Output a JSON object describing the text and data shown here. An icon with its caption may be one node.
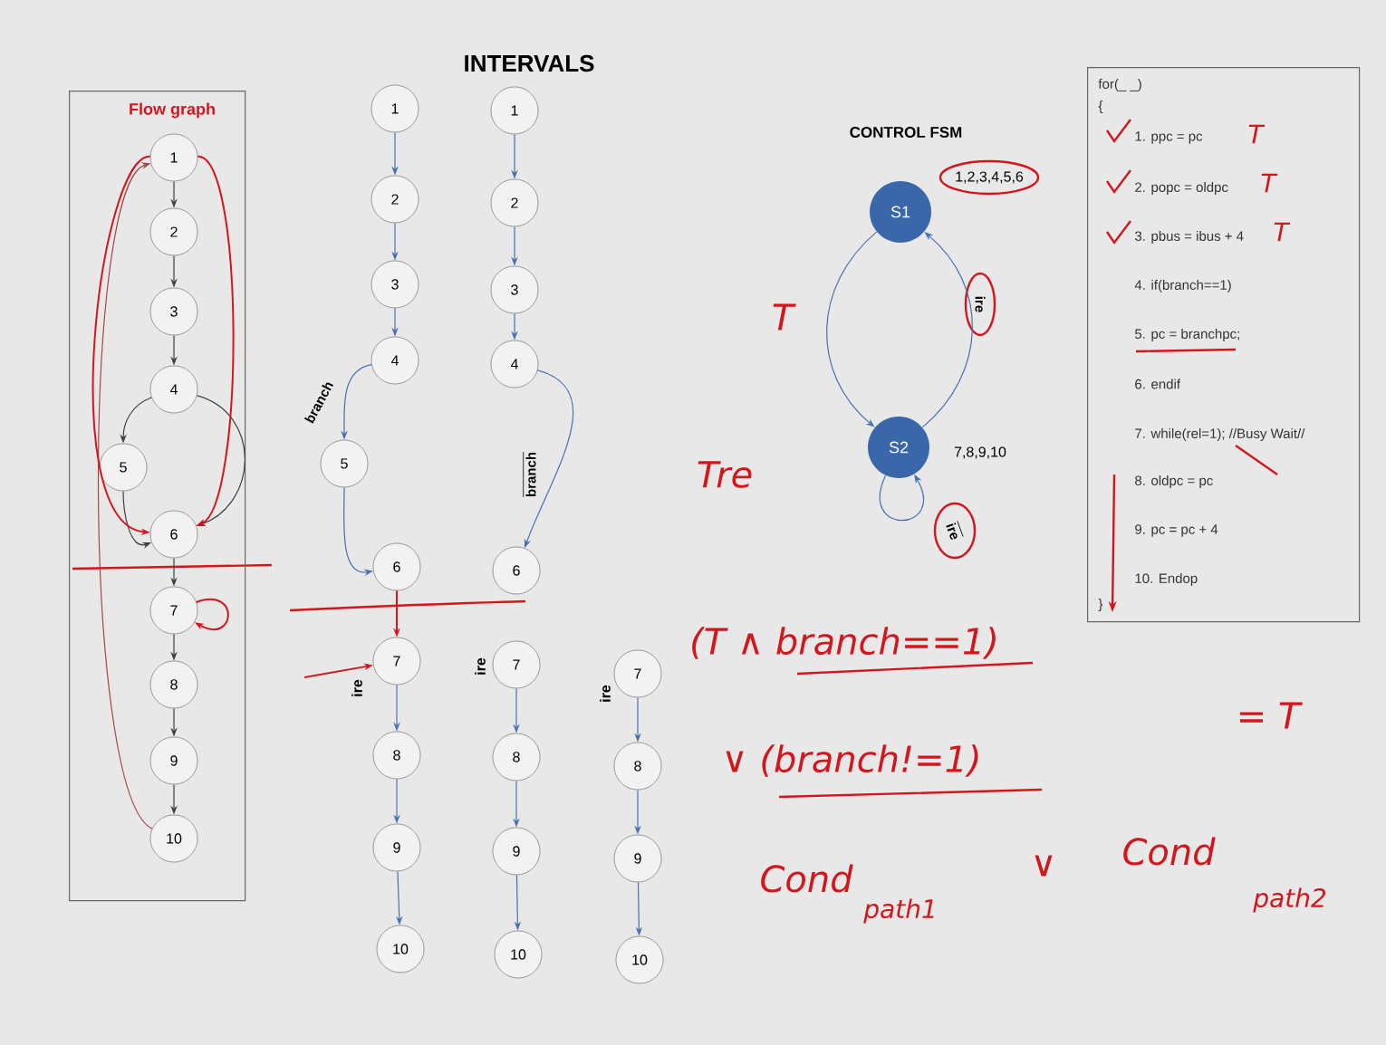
{
  "diagram": {
    "title": "INTERVALS",
    "nodes": [
      {
        "text": [
          "Flow graph"
        ]
      },
      {
        "text": [
          "1"
        ],
        "in": 0
      },
      {
        "text": [
          "2"
        ],
        "in": 0
      },
      {
        "text": [
          "3"
        ],
        "in": 0
      },
      {
        "text": [
          "4"
        ],
        "in": 0
      },
      {
        "text": [
          "5"
        ],
        "in": 0
      },
      {
        "text": [
          "6"
        ],
        "in": 0
      },
      {
        "text": [
          "7"
        ],
        "in": 0
      },
      {
        "text": [
          "8"
        ],
        "in": 0
      },
      {
        "text": [
          "9"
        ],
        "in": 0
      },
      {
        "text": [
          "10"
        ],
        "in": 0
      },
      {
        "text": [
          "1"
        ]
      },
      {
        "text": [
          "2"
        ]
      },
      {
        "text": [
          "3"
        ]
      },
      {
        "text": [
          "4"
        ]
      },
      {
        "text": [
          "5"
        ]
      },
      {
        "text": [
          "6"
        ]
      },
      {
        "text": [
          "7"
        ]
      },
      {
        "text": [
          "8"
        ]
      },
      {
        "text": [
          "9"
        ]
      },
      {
        "text": [
          "10"
        ]
      },
      {
        "text": [
          "1"
        ]
      },
      {
        "text": [
          "2"
        ]
      },
      {
        "text": [
          "3"
        ]
      },
      {
        "text": [
          "4"
        ]
      },
      {
        "text": [
          "6"
        ]
      },
      {
        "text": [
          "7"
        ]
      },
      {
        "text": [
          "8"
        ]
      },
      {
        "text": [
          "9"
        ]
      },
      {
        "text": [
          "10"
        ]
      },
      {
        "text": [
          "7"
        ]
      },
      {
        "text": [
          "8"
        ]
      },
      {
        "text": [
          "9"
        ]
      },
      {
        "text": [
          "10"
        ]
      },
      {
        "text": [
          "S1"
        ],
        "beside": [
          "1,2,3,4,5,6"
        ]
      },
      {
        "text": [
          "S2"
        ],
        "beside": [
          "7,8,9,10"
        ]
      },
      {
        "text": [
          "for(_ _)",
          "{",
          "1. ppc = pc",
          "2. popc = oldpc",
          "3. pbus = ibus + 4",
          "4. if(branch==1)",
          "5. pc = branchpc;",
          "6. endif",
          "7. while(rel=1); //Busy Wait//",
          "8. oldpc = pc",
          "9. pc = pc + 4",
          "10. Endop",
          "}"
        ]
      }
    ],
    "edges": [
      {
        "from": 1,
        "to": 2,
        "arrow": "to",
        "color": "#404040"
      },
      {
        "from": 2,
        "to": 3,
        "arrow": "to",
        "color": "#404040"
      },
      {
        "from": 3,
        "to": 4,
        "arrow": "to",
        "color": "#404040"
      },
      {
        "from": 4,
        "to": 5,
        "arrow": "to",
        "color": "#404040"
      },
      {
        "from": 4,
        "to": 6,
        "arrow": "to",
        "color": "#404040"
      },
      {
        "from": 5,
        "to": 6,
        "arrow": "to",
        "color": "#404040"
      },
      {
        "from": 6,
        "to": 7,
        "arrow": "to",
        "color": "#404040"
      },
      {
        "from": 7,
        "to": 8,
        "arrow": "to",
        "color": "#404040"
      },
      {
        "from": 8,
        "to": 9,
        "arrow": "to",
        "color": "#404040"
      },
      {
        "from": 9,
        "to": 10,
        "arrow": "to",
        "color": "#404040"
      },
      {
        "from": 10,
        "to": 1,
        "arrow": "to",
        "color": "#a04848"
      },
      {
        "from": 7,
        "to": 7,
        "arrow": "to",
        "color": "#d4161c"
      },
      {
        "from": 11,
        "to": 12,
        "arrow": "to"
      },
      {
        "from": 12,
        "to": 13,
        "arrow": "to"
      },
      {
        "from": 13,
        "to": 14,
        "arrow": "to"
      },
      {
        "from": 14,
        "to": 15,
        "arrow": "to",
        "label": "branch"
      },
      {
        "from": 15,
        "to": 16,
        "arrow": "to"
      },
      {
        "from": 17,
        "to": 18,
        "arrow": "to"
      },
      {
        "from": 18,
        "to": 19,
        "arrow": "to"
      },
      {
        "from": 19,
        "to": 20,
        "arrow": "to"
      },
      {
        "from": 16,
        "to": 17,
        "arrow": "to",
        "color": "#d4161c"
      },
      {
        "from": null,
        "to": 17,
        "arrow": "to",
        "color": "#d4161c"
      },
      {
        "from": 21,
        "to": 22,
        "arrow": "to"
      },
      {
        "from": 22,
        "to": 23,
        "arrow": "to"
      },
      {
        "from": 23,
        "to": 24,
        "arrow": "to"
      },
      {
        "from": 24,
        "to": 25,
        "arrow": "to",
        "label": "branch"
      },
      {
        "from": 26,
        "to": 27,
        "arrow": "to"
      },
      {
        "from": 27,
        "to": 28,
        "arrow": "to"
      },
      {
        "from": 28,
        "to": 29,
        "arrow": "to"
      },
      {
        "from": 30,
        "to": 31,
        "arrow": "to"
      },
      {
        "from": 31,
        "to": 32,
        "arrow": "to"
      },
      {
        "from": 32,
        "to": 33,
        "arrow": "to"
      },
      {
        "from": 34,
        "to": 35,
        "arrow": "to"
      },
      {
        "from": 35,
        "to": 34,
        "arrow": "to",
        "label": "ire"
      },
      {
        "from": 35,
        "to": 35,
        "arrow": "to",
        "label": "ire"
      },
      {
        "from": 1,
        "to": 6,
        "arrow": "to",
        "color": "#d4161c"
      },
      {
        "from": 1,
        "to": 6,
        "arrow": "to",
        "color": "#d4161c"
      }
    ],
    "labels": [
      "CONTROL FSM",
      "ire",
      "ire",
      "ire",
      "T",
      "Tre",
      "T",
      "T",
      "T",
      "(T ∧ branch==1)",
      "∨ (branch!=1)",
      "= T",
      "Cond",
      "path1",
      "∨",
      "Cond",
      "path2"
    ]
  }
}
